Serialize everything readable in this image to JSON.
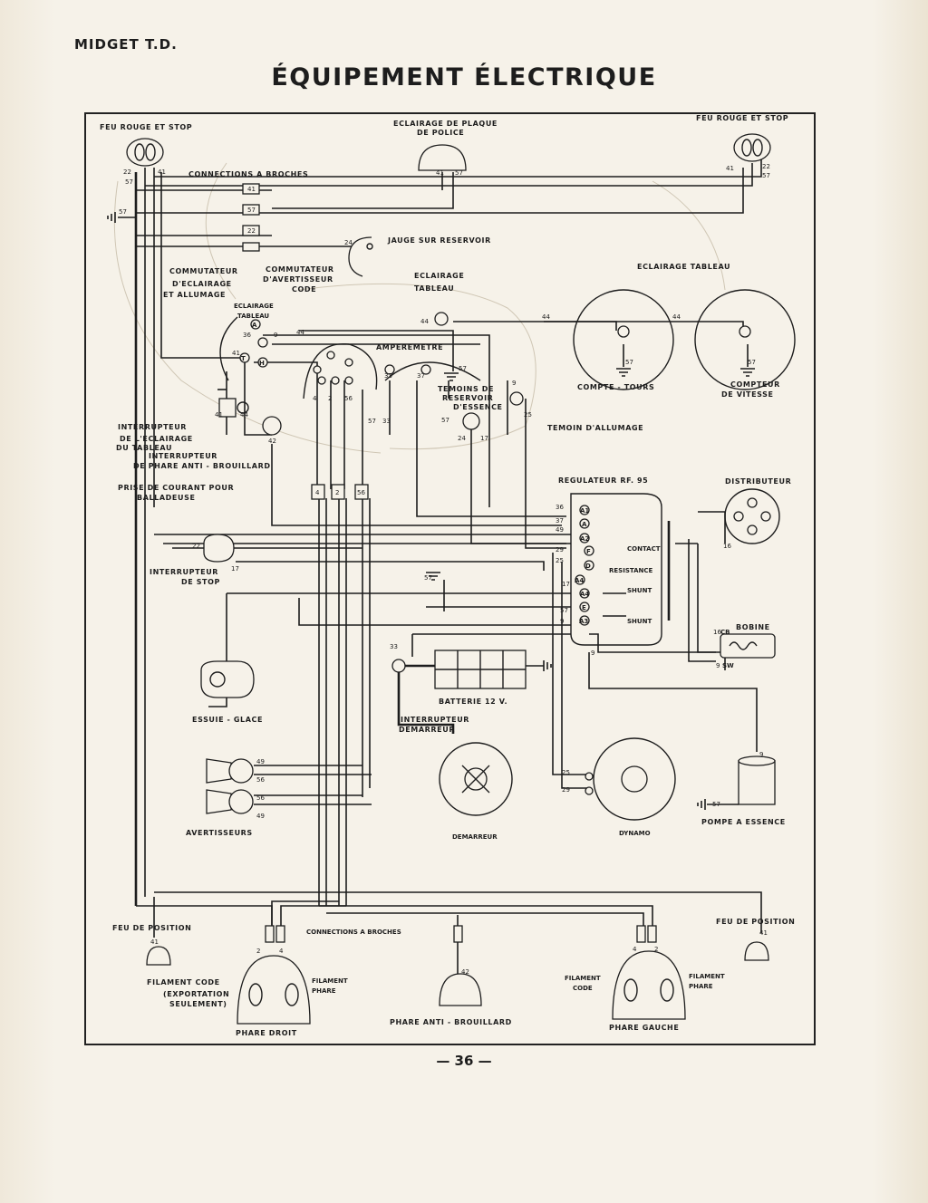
{
  "page": {
    "header": "MIDGET T.D.",
    "title": "ÉQUIPEMENT ÉLECTRIQUE",
    "page_number": "— 36 —"
  },
  "labels": {
    "feu_rouge_gauche": "FEU ROUGE ET STOP",
    "feu_rouge_droit": "FEU ROUGE ET STOP",
    "eclairage_plaque_1": "ECLAIRAGE DE PLAQUE",
    "eclairage_plaque_2": "DE POLICE",
    "connections_broches_top": "CONNECTIONS A BROCHES",
    "jauge": "JAUGE SUR RESERVOIR",
    "commutateur_eclairage_1": "COMMUTATEUR",
    "commutateur_eclairage_2": "D'ECLAIRAGE",
    "commutateur_eclairage_3": "ET ALLUMAGE",
    "commutateur_avert_1": "COMMUTATEUR",
    "commutateur_avert_2": "D'AVERTISSEUR",
    "commutateur_avert_3": "CODE",
    "eclairage_tableau_mid_1": "ECLAIRAGE",
    "eclairage_tableau_mid_2": "TABLEAU",
    "eclairage_tableau_small_1": "ECLAIRAGE",
    "eclairage_tableau_small_2": "TABLEAU",
    "eclairage_tableau_right": "ECLAIRAGE TABLEAU",
    "amperemetre": "AMPEREMETRE",
    "temoins_1": "TEMOINS DE",
    "temoins_2": "RESERVOIR",
    "temoins_3": "D'ESSENCE",
    "temoin_allumage": "TEMOIN D'ALLUMAGE",
    "compte_tours": "COMPTE - TOURS",
    "compteur_1": "COMPTEUR",
    "compteur_2": "DE VITESSE",
    "interrupteur_tableau_1": "INTERRUPTEUR",
    "interrupteur_tableau_2": "DE L'ECLAIRAGE",
    "interrupteur_tableau_3": "DU TABLEAU",
    "interrupteur_phare_1": "INTERRUPTEUR",
    "interrupteur_phare_2": "DE PHARE ANTI - BROUILLARD",
    "prise_1": "PRISE DE COURANT POUR",
    "prise_2": "BALLADEUSE",
    "regulateur": "REGULATEUR RF. 95",
    "distributeur": "DISTRIBUTEUR",
    "contact": "CONTACT",
    "resistance": "RESISTANCE",
    "shunt_1": "SHUNT",
    "shunt_2": "SHUNT",
    "interrupteur_stop_1": "INTERRUPTEUR",
    "interrupteur_stop_2": "DE STOP",
    "bobine": "BOBINE",
    "essuie_glace": "ESSUIE - GLACE",
    "batterie": "BATTERIE 12 V.",
    "interrupteur_demarreur_1": "INTERRUPTEUR",
    "interrupteur_demarreur_2": "DEMARREUR",
    "avertisseurs": "AVERTISSEURS",
    "demarreur": "DEMARREUR",
    "dynamo": "DYNAMO",
    "pompe": "POMPE A ESSENCE",
    "feu_position_gauche": "FEU DE POSITION",
    "feu_position_droit": "FEU DE POSITION",
    "connections_broches_bottom": "CONNECTIONS A BROCHES",
    "filament_code_left": "FILAMENT CODE",
    "exportation_1": "(EXPORTATION",
    "exportation_2": "SEULEMENT)",
    "filament_phare_left_1": "FILAMENT",
    "filament_phare_left_2": "PHARE",
    "phare_droit": "PHARE DROIT",
    "phare_anti_brouillard": "PHARE ANTI - BROUILLARD",
    "filament_code_right_1": "FILAMENT",
    "filament_code_right_2": "CODE",
    "filament_phare_right_1": "FILAMENT",
    "filament_phare_right_2": "PHARE",
    "phare_gauche": "PHARE GAUCHE"
  },
  "wire_numbers": {
    "n41": "41",
    "n57": "57",
    "n22": "22",
    "n24": "24",
    "n44": "44",
    "n36": "36",
    "n9": "9",
    "n33": "33",
    "n37": "37",
    "n4": "4",
    "n2": "2",
    "n56": "56",
    "n25": "25",
    "n17": "17",
    "n42": "42",
    "n49": "49",
    "n29": "29",
    "n16": "16"
  },
  "terminals": {
    "A1": "A1",
    "A": "A",
    "A2": "A2",
    "F": "F",
    "D": "D",
    "A4": "A4",
    "E": "E",
    "A3": "A3",
    "CB": "CB",
    "SW": "SW",
    "T": "T",
    "H": "H"
  },
  "colors": {
    "paper": "#f4efe4",
    "ink": "#1d1d1d"
  }
}
